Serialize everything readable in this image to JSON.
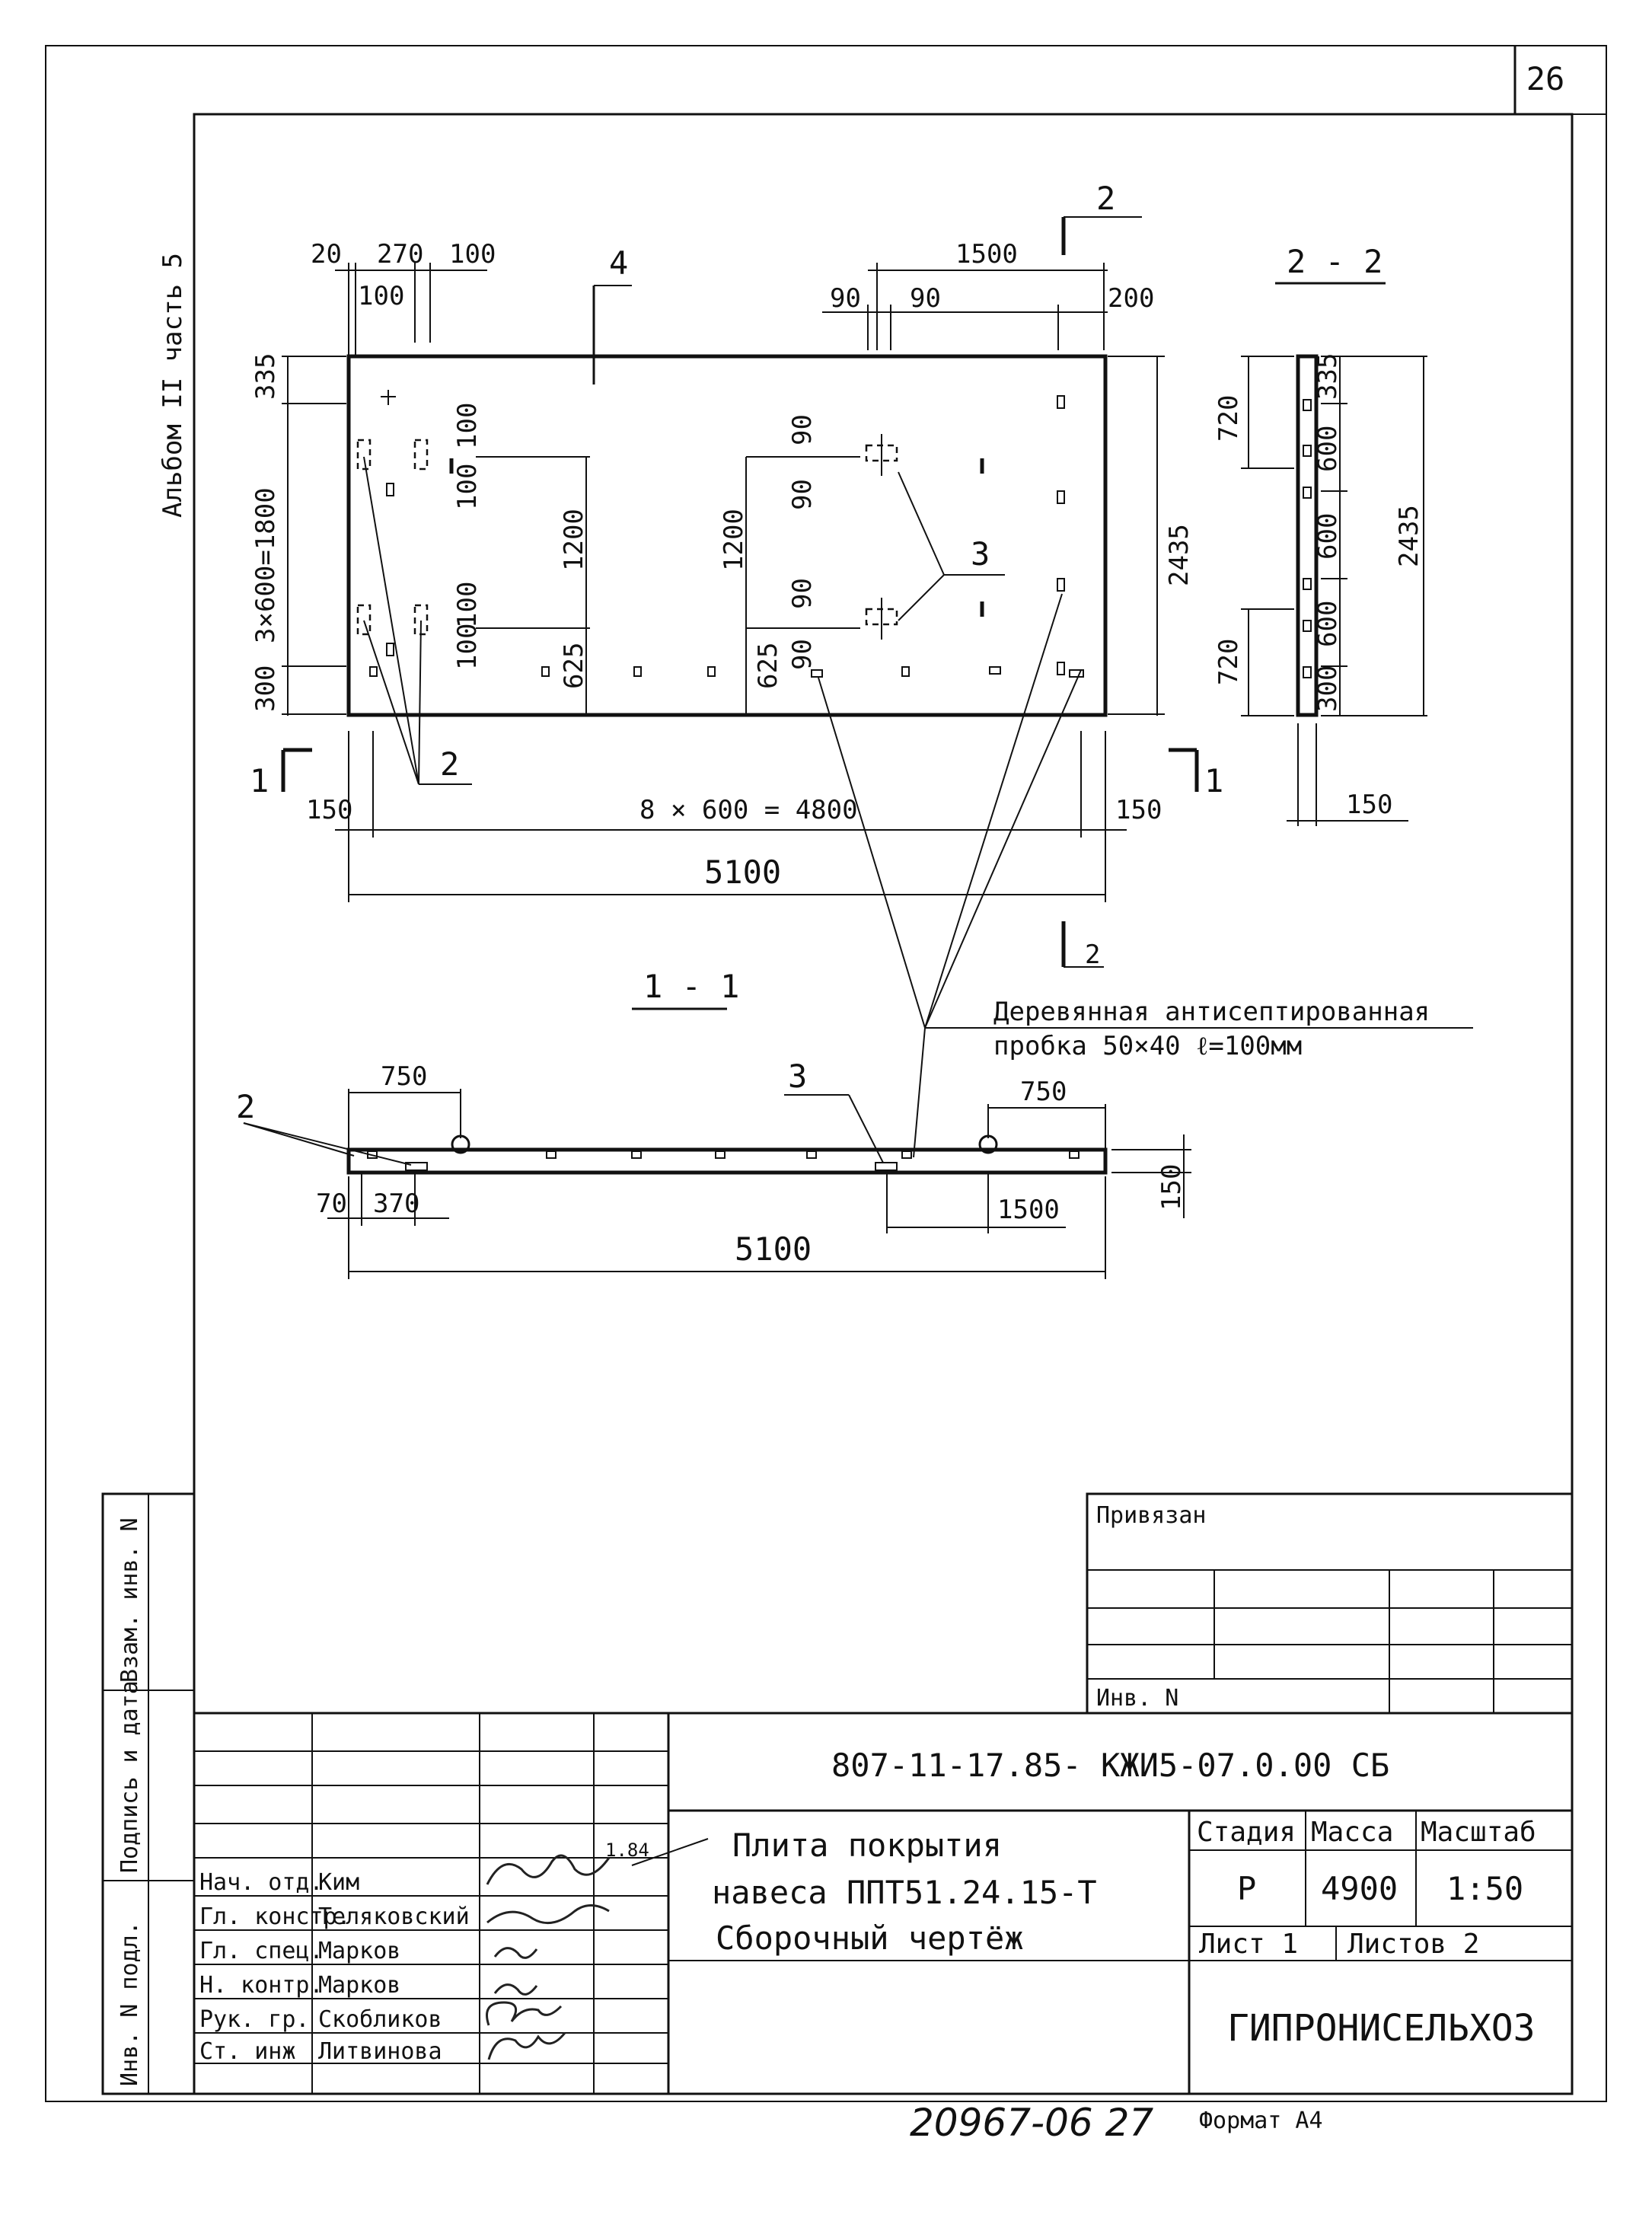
{
  "sheet_number": "26",
  "album_label": "Альбом II часть 5",
  "plan": {
    "dims_top": [
      "20",
      "270",
      "100",
      "100",
      "1500",
      "90",
      "90",
      "200"
    ],
    "dims_left": [
      "335",
      "3×600=1800",
      "300"
    ],
    "dims_inner": [
      "100",
      "100",
      "1200",
      "100",
      "100",
      "625",
      "1200",
      "90",
      "90",
      "90",
      "90",
      "625"
    ],
    "dims_right": [
      "2435"
    ],
    "dims_bottom": [
      "150",
      "8 × 600 = 4800",
      "150",
      "5100"
    ],
    "callouts": [
      "4",
      "3",
      "2"
    ],
    "section_marks": [
      "1",
      "1",
      "2",
      "2"
    ]
  },
  "section_2_2": {
    "title": "2 - 2",
    "dims_left": [
      "720",
      "720"
    ],
    "dims_right": [
      "335",
      "600",
      "600",
      "600",
      "300",
      "2435"
    ],
    "dims_bottom": [
      "150"
    ]
  },
  "section_1_1": {
    "title": "1 - 1",
    "callouts": [
      "2",
      "3"
    ],
    "dims": [
      "750",
      "750",
      "70",
      "370",
      "1500",
      "150",
      "5100"
    ]
  },
  "note": {
    "line1": "Деревянная антисептированная",
    "line2": "пробка 50×40  ℓ=100мм"
  },
  "binding": {
    "bound_label": "Привязан",
    "inv_label": "Инв. N"
  },
  "side_stamps": [
    "Взам. инв. N",
    "Подпись и дата",
    "Инв. N подл."
  ],
  "title_block": {
    "doc_code": "807-11-17.85- КЖИ5-07.0.00 СБ",
    "title_line1": "Плита покрытия",
    "title_line2": "навеса ППТ51.24.15-Т",
    "title_line3": "Сборочный чертёж",
    "stage_label": "Стадия",
    "mass_label": "Масса",
    "scale_label": "Масштаб",
    "stage": "Р",
    "mass": "4900",
    "scale": "1:50",
    "sheet_label": "Лист 1",
    "sheets_label": "Листов 2",
    "org": "ГИПРОНИСЕЛЬХОЗ",
    "date_note": "1.84",
    "staff": [
      {
        "role": "Нач. отд.",
        "name": "Ким"
      },
      {
        "role": "Гл. констр.",
        "name": "Теляковский"
      },
      {
        "role": "Гл. спец.",
        "name": "Марков"
      },
      {
        "role": "Н. контр.",
        "name": "Марков"
      },
      {
        "role": "Рук. гр.",
        "name": "Скобликов"
      },
      {
        "role": "Ст. инж",
        "name": "Литвинова"
      }
    ]
  },
  "footer": {
    "number": "20967-06  27",
    "format": "Формат А4"
  }
}
